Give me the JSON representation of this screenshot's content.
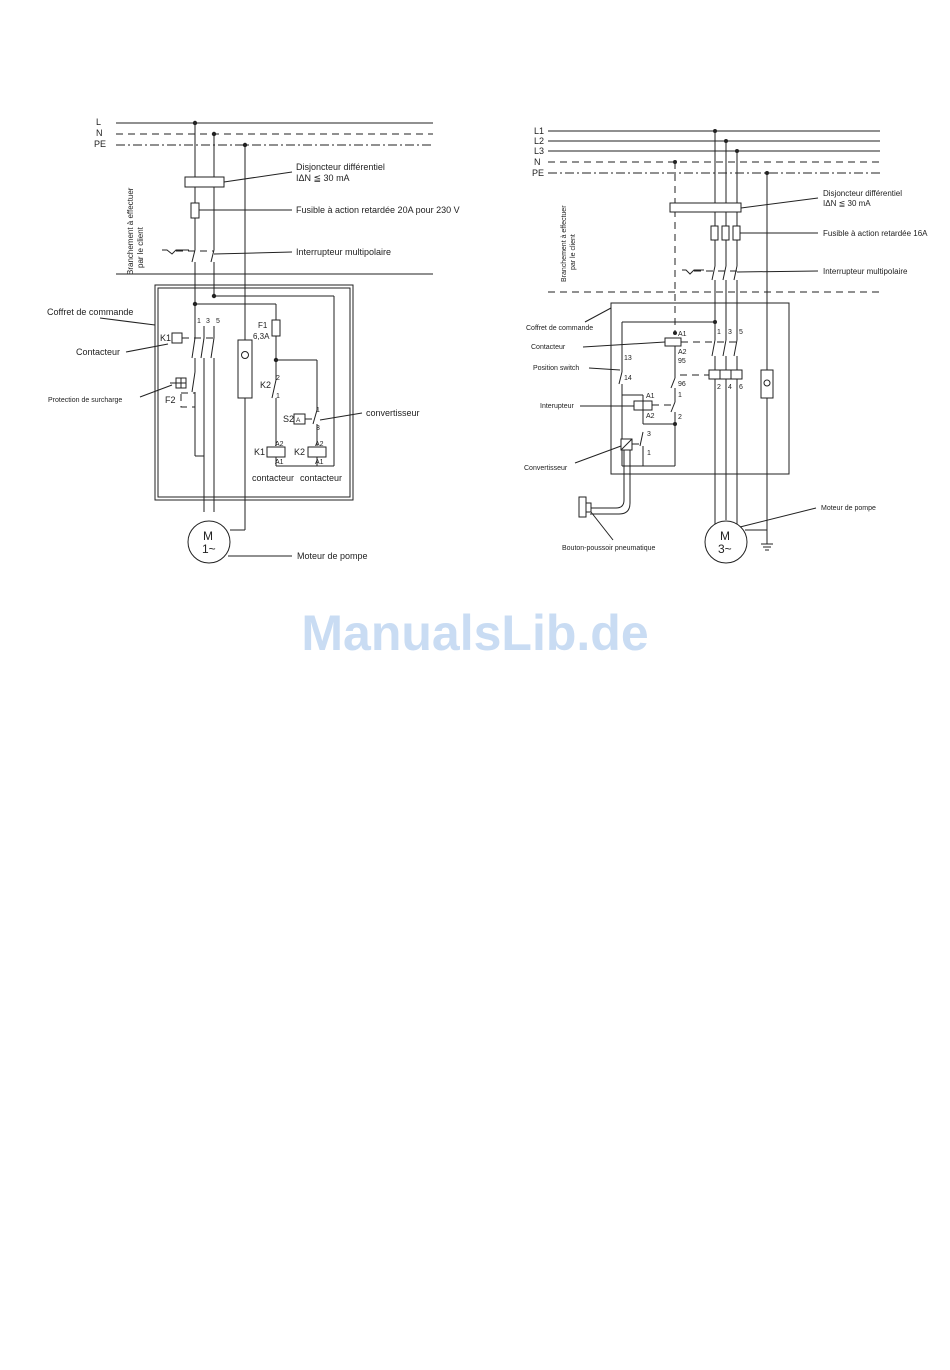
{
  "left": {
    "bus": [
      "L",
      "N",
      "PE"
    ],
    "customer_label_1": "Branchement à effectuer",
    "customer_label_2": "par le client",
    "rcd_line1": "Disjoncteur différentiel",
    "rcd_line2": "IΔN ≦ 30 mA",
    "fuse": "Fusible à action retardée 20A pour 230 V",
    "switch": "Interrupteur multipolaire",
    "box": "Coffret de commande",
    "contactor": "Contacteur",
    "overload": "Protection de surcharge",
    "converter": "convertisseur",
    "motor_label": "Moteur de pompe",
    "motor_m": "M",
    "motor_phase": "1~",
    "terminals": [
      "1",
      "3",
      "5"
    ],
    "k1": "K1",
    "k2": "K2",
    "f1": "F1",
    "f1_rating": "6,3A",
    "f2": "F2",
    "s2": "S2",
    "k2_pins": [
      "2",
      "1"
    ],
    "s2_pins": [
      "1",
      "3"
    ],
    "coil_pins": [
      "A2",
      "A1"
    ],
    "coil_captions": [
      "contacteur",
      "contacteur"
    ]
  },
  "right": {
    "bus": [
      "L1",
      "L2",
      "L3",
      "N",
      "PE"
    ],
    "customer_label_1": "Branchement à effectuer",
    "customer_label_2": "par le client",
    "rcd_line1": "Disjoncteur différentiel",
    "rcd_line2": "IΔN ≦ 30 mA",
    "fuse": "Fusible à action retardée 16A",
    "switch": "Interrupteur multipolaire",
    "box": "Coffret de commande",
    "contactor": "Contacteur",
    "position_switch": "Position switch",
    "interrupter": "Interupteur",
    "converter": "Convertisseur",
    "pushbutton": "Bouton-poussoir pneumatique",
    "motor_label": "Moteur de pompe",
    "motor_m": "M",
    "motor_phase": "3~",
    "terminals_top": [
      "1",
      "3",
      "5"
    ],
    "terminals_bottom": [
      "2",
      "4",
      "6"
    ],
    "pins": {
      "a1": "A1",
      "a2": "A2",
      "p95": "95",
      "p96": "96",
      "p1": "1",
      "p13": "13",
      "p14": "14",
      "i_a1": "A1",
      "i_a2": "A2",
      "p2": "2",
      "p3": "3",
      "p1b": "1"
    }
  },
  "watermark": "ManualsLib.de"
}
